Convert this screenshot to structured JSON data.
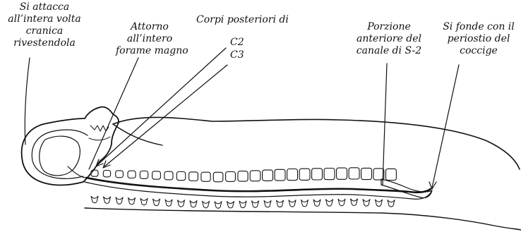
{
  "figure": {
    "labels": {
      "volta_cranica": [
        "Si attacca",
        "all’intera volta",
        "cranica",
        "rivestendola"
      ],
      "forame_magno": [
        "Attorno",
        "all’intero",
        "forame magno"
      ],
      "corpi_posteriori": {
        "heading": "Corpi posteriori di",
        "c2": "C2",
        "c3": "C3"
      },
      "canale_s2": [
        "Porzione",
        "anteriore del",
        "canale di S-2"
      ],
      "coccige": [
        "Si fonde con il",
        "periostio del",
        "coccige"
      ]
    }
  }
}
